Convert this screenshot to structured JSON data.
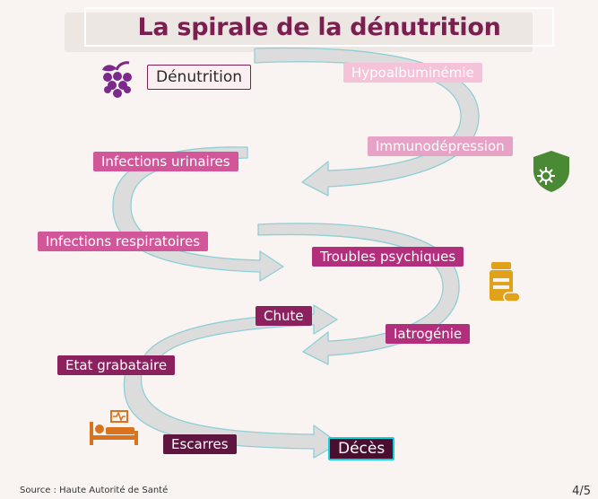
{
  "title": "La spirale de la dénutrition",
  "steps": [
    "Dénutrition",
    "Hypoalbuminémie",
    "Immunodépression",
    "Infections urinaires",
    "Infections respiratoires",
    "Troubles psychiques",
    "Iatrogénie",
    "Chute",
    "Etat grabataire",
    "Escarres",
    "Décès"
  ],
  "icons": [
    "grapes-icon",
    "virus-shield-icon",
    "medicine-bottle-icon",
    "hospital-bed-icon"
  ],
  "colors": {
    "title": "#7a1f4f",
    "arrow_fill": "#dcdcdc",
    "arrow_outline": "#8ecfd6",
    "final_border": "#0fd3dc"
  },
  "source": "Source : Haute Autorité de Santé",
  "page_number": "4/5"
}
